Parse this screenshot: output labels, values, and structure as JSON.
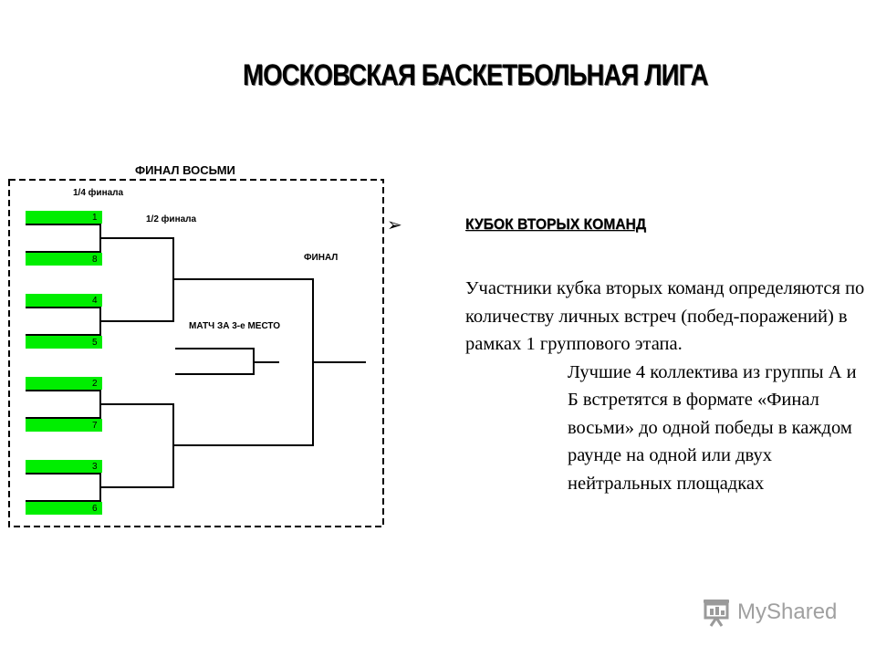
{
  "title": "МОСКОВСКАЯ БАСКЕТБОЛЬНАЯ ЛИГА",
  "bracket": {
    "box_title": "ФИНАЛ ВОСЬМИ",
    "quarter_label": "1/4 финала",
    "semi_label": "1/2 финала",
    "final_label": "ФИНАЛ",
    "third_place_label": "МАТЧ ЗА 3-е МЕСТО",
    "seeds": [
      "1",
      "8",
      "4",
      "5",
      "2",
      "7",
      "3",
      "6"
    ],
    "slot_color": "#00ee00"
  },
  "cup": {
    "bullet": "➢",
    "heading": "КУБОК ВТОРЫХ КОМАНД",
    "paragraph1": "Участники кубка вторых команд определяются по количеству личных встреч (побед-поражений) в рамках 1 группового этапа.",
    "paragraph2": "Лучшие 4 коллектива из группы А и Б встретятся в формате «Финал восьми» до одной победы в каждом раунде на одной или двух нейтральных площадках"
  },
  "watermark": {
    "text": "MyShared"
  }
}
